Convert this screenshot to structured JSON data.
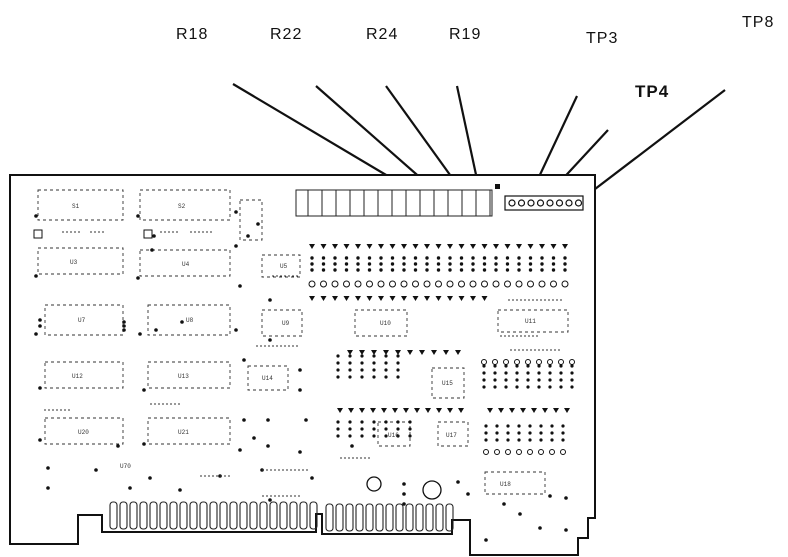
{
  "callouts": {
    "r18": "R18",
    "r22": "R22",
    "r24": "R24",
    "r19": "R19",
    "tp3": "TP3",
    "tp4": "TP4",
    "tp8": "TP8"
  },
  "colors": {
    "ink": "#111111",
    "background": "#ffffff"
  }
}
